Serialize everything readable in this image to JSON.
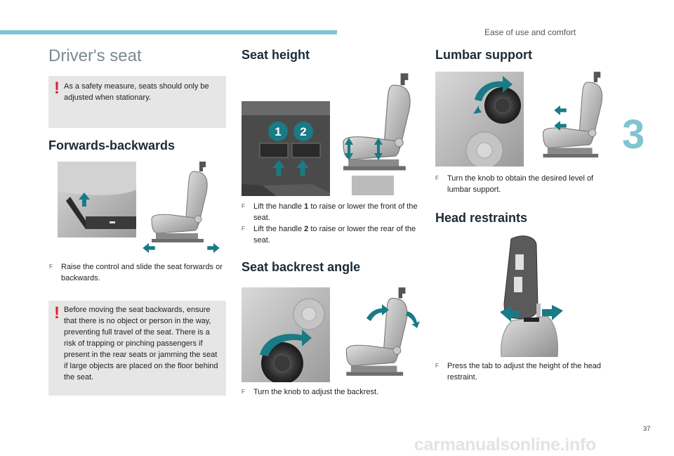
{
  "header": {
    "section": "Ease of use and comfort",
    "chapter": "3",
    "page_number": "37"
  },
  "watermark": "carmanualsonline.info",
  "drivers_seat": {
    "title": "Driver's seat",
    "warning": "As a safety measure, seats should only be adjusted when stationary."
  },
  "forwards_backwards": {
    "title": "Forwards-backwards",
    "instruction": "Raise the control and slide the seat forwards or backwards.",
    "warning": "Before moving the seat backwards, ensure that there is no object or person in the way, preventing full travel of the seat. There is a risk of trapping or pinching passengers if present in the rear seats or jamming the seat if large objects are placed on the floor behind the seat."
  },
  "seat_height": {
    "title": "Seat height",
    "handle_1": "1",
    "handle_2": "2",
    "instruction_1_pre": "Lift the handle ",
    "instruction_1_num": "1",
    "instruction_1_post": " to raise or lower the front of the seat.",
    "instruction_2_pre": "Lift the handle ",
    "instruction_2_num": "2",
    "instruction_2_post": " to raise or lower the rear of the seat."
  },
  "backrest": {
    "title": "Seat backrest angle",
    "instruction": "Turn the knob to adjust the backrest."
  },
  "lumbar": {
    "title": "Lumbar support",
    "instruction": "Turn the knob to obtain the desired level of lumbar support."
  },
  "head_restraints": {
    "title": "Head restraints",
    "instruction": "Press the tab to adjust the height of the head restraint."
  },
  "bullet_glyph": "F",
  "colors": {
    "accent": "#7fc4d3",
    "arrow": "#1a7a85",
    "warning_mark": "#e4202a",
    "box": "#e6e6e6"
  }
}
